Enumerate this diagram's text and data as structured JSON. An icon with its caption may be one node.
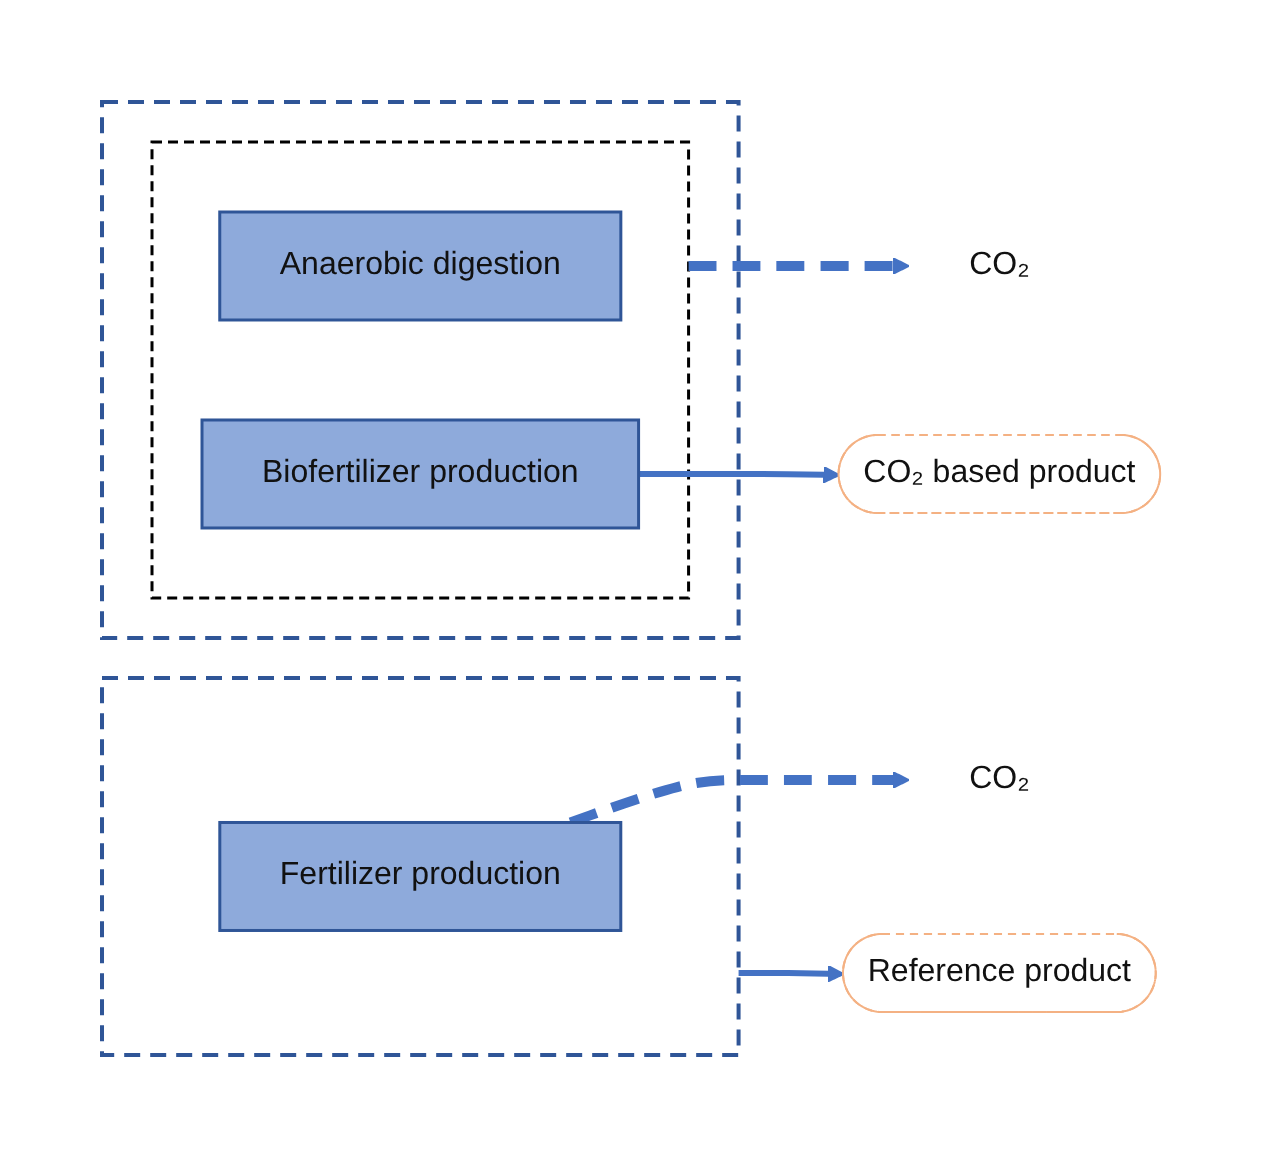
{
  "diagram": {
    "nodes": [
      {
        "text": [
          "CO₂"
        ]
      },
      {
        "text": [],
        "shape": "box"
      },
      {
        "text": [],
        "shape": "box",
        "in": 1
      },
      {
        "text": [
          "Anaerobic digestion"
        ],
        "in": 2
      },
      {
        "text": [
          "Biofertilizer production"
        ],
        "in": 2
      },
      {
        "text": [
          "CO₂ based product"
        ]
      },
      {
        "text": [
          "CO₂"
        ]
      },
      {
        "text": [],
        "shape": "box"
      },
      {
        "text": [
          "Fertilizer production"
        ],
        "in": 7
      },
      {
        "text": [
          "Reference product"
        ]
      }
    ],
    "edges": [
      {
        "from": 2,
        "to": 0,
        "arrow": "to",
        "style": "dashed"
      },
      {
        "from": 4,
        "to": 5,
        "arrow": "to"
      },
      {
        "from": 8,
        "to": 6,
        "arrow": "to",
        "style": "dashed"
      },
      {
        "from": 7,
        "to": 9,
        "arrow": "to"
      }
    ]
  }
}
